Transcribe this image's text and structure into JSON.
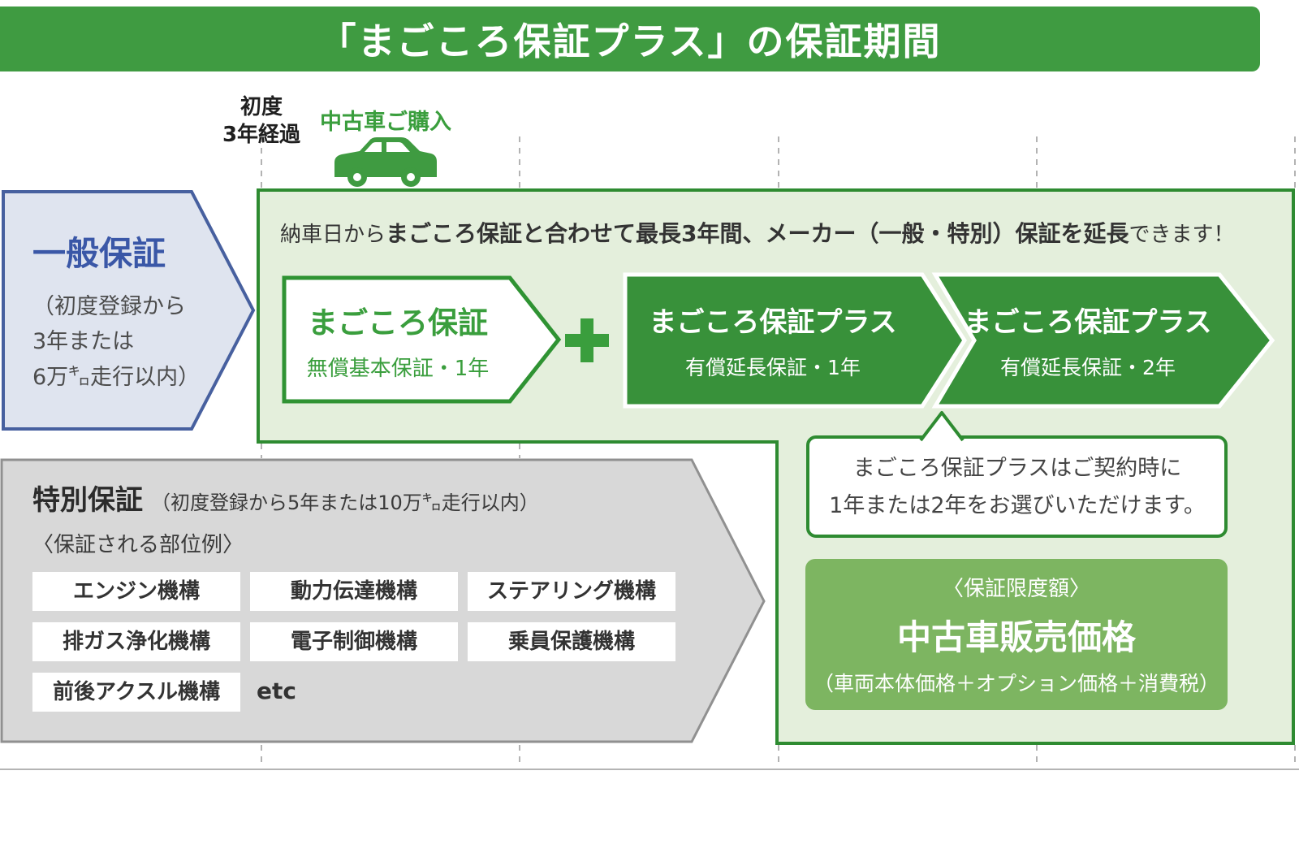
{
  "title": "「まごころ保証プラス」の保証期間",
  "timeline": {
    "first_marker": "初度\n3年経過",
    "purchase_label": "中古車ご購入"
  },
  "general_warranty": {
    "title": "一般保証",
    "desc": "（初度登録から\n3年または\n6万㌔走行以内）"
  },
  "extension_banner": {
    "prefix": "納車日から",
    "bold": "まごころ保証と合わせて最長3年間、メーカー（一般・特別）保証を延長",
    "suffix": "できます！"
  },
  "magokoro_warranty": {
    "title": "まごころ保証",
    "subtitle": "無償基本保証・1年"
  },
  "plus_one_year": {
    "title": "まごころ保証プラス",
    "subtitle": "有償延長保証・1年"
  },
  "plus_two_year": {
    "title": "まごころ保証プラス",
    "subtitle": "有償延長保証・2年"
  },
  "callout": {
    "text": "まごころ保証プラスはご契約時に\n1年または2年をお選びいただけます。"
  },
  "limit_box": {
    "label": "〈保証限度額〉",
    "title": "中古車販売価格",
    "note": "（車両本体価格＋オプション価格＋消費税）"
  },
  "special_warranty": {
    "title": "特別保証",
    "condition": "（初度登録から5年または10万㌔走行以内）",
    "parts_label": "〈保証される部位例〉",
    "parts": [
      "エンジン機構",
      "動力伝達機構",
      "ステアリング機構",
      "排ガス浄化機構",
      "電子制御機構",
      "乗員保護機構",
      "前後アクスル機構"
    ],
    "etc": "etc"
  },
  "colors": {
    "header_green": "#3f9b41",
    "panel_border_green": "#2e8b31",
    "panel_fill_green": "#e4efdc",
    "arrow_fill_green": "#38913a",
    "accent_green": "#3a9e3d",
    "limit_box_green": "#7db561",
    "general_border_blue": "#47609f",
    "general_fill_blue": "#dfe4ef",
    "general_title_blue": "#3a57a7",
    "special_fill_gray": "#d8d8d8",
    "special_border_gray": "#909090"
  }
}
